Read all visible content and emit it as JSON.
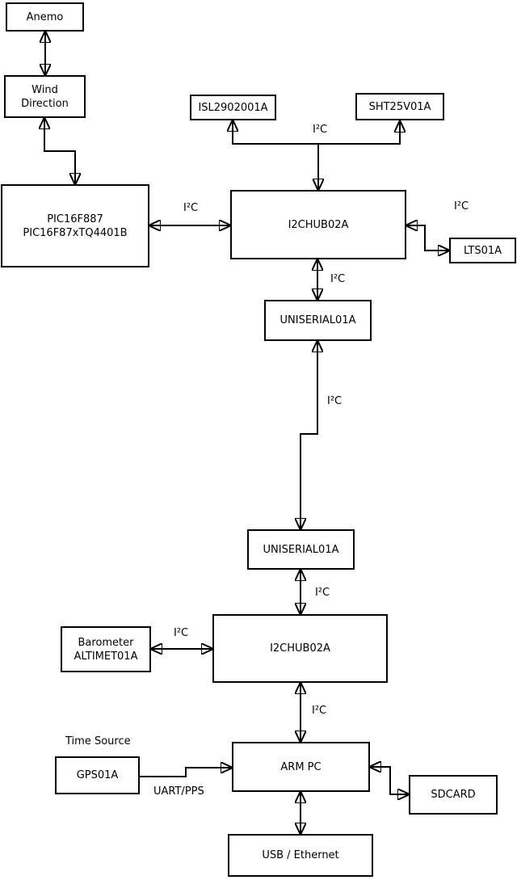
{
  "diagram": {
    "nodes": {
      "anemo": "Anemo",
      "wind_direction": "Wind\nDirection",
      "pic": "PIC16F887\nPIC16F87xTQ4401B",
      "isl": "ISL2902001A",
      "sht": "SHT25V01A",
      "i2c_hub_top": "I2CHUB02A",
      "lts": "LTS01A",
      "uniserial_top": "UNISERIAL01A",
      "uniserial_bottom": "UNISERIAL01A",
      "i2c_hub_bottom": "I2CHUB02A",
      "barometer": "Barometer\nALTIMET01A",
      "arm_pc": "ARM PC",
      "gps": "GPS01A",
      "sdcard": "SDCARD",
      "usb_ethernet": "USB / Ethernet"
    },
    "labels": {
      "i2c": "I²C",
      "uart_pps": "UART/PPS",
      "time_source": "Time Source"
    },
    "colors": {
      "stroke": "#000000",
      "background": "#ffffff",
      "text": "#000000"
    }
  }
}
